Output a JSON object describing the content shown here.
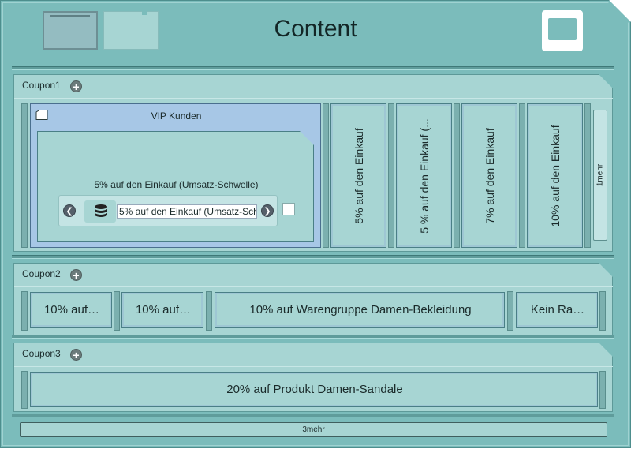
{
  "window": {
    "title": "Content"
  },
  "coupon1": {
    "label": "Coupon1",
    "vip": {
      "title": "VIP Kunden",
      "rule_title": "5% auf den Einkauf (Umsatz-Schwelle)",
      "field_value": "5% auf den Einkauf (Umsatz-Schwe"
    },
    "vertical_cards": [
      "5% auf den Einkauf",
      "5 % auf den Einkauf (...",
      "7% auf den Einkauf",
      "10% auf den Einkauf"
    ],
    "more_label": "1mehr"
  },
  "coupon2": {
    "label": "Coupon2",
    "cards": [
      "10% auf…",
      "10% auf…",
      "10% auf Warengruppe Damen-Bekleidung",
      "Kein Ra…"
    ]
  },
  "coupon3": {
    "label": "Coupon3",
    "cards": [
      "20% auf Produkt Damen-Sandale"
    ]
  },
  "footer": {
    "more_label": "3mehr"
  },
  "colors": {
    "frame": "#7bbcbb",
    "section": "#a7d5d3",
    "vip": "#a7c7e6"
  },
  "icons": [
    "add-icon",
    "folder-icon",
    "database-icon",
    "arrow-left-icon",
    "arrow-right-icon",
    "window-icon"
  ]
}
